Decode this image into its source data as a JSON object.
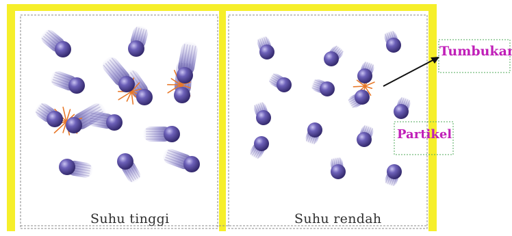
{
  "figure": {
    "panels": [
      {
        "caption": "Suhu tinggi"
      },
      {
        "caption": "Suhu rendah"
      }
    ],
    "labels": {
      "collision": "Tumbukan",
      "particle": "Partikel"
    },
    "colors": {
      "frame": "#f6ef2a",
      "particle": "#4a3f8c",
      "trail": "#7e78c4",
      "spark": "#e8792a",
      "callout_text": "#c01fb8",
      "arrow": "#111111"
    }
  }
}
